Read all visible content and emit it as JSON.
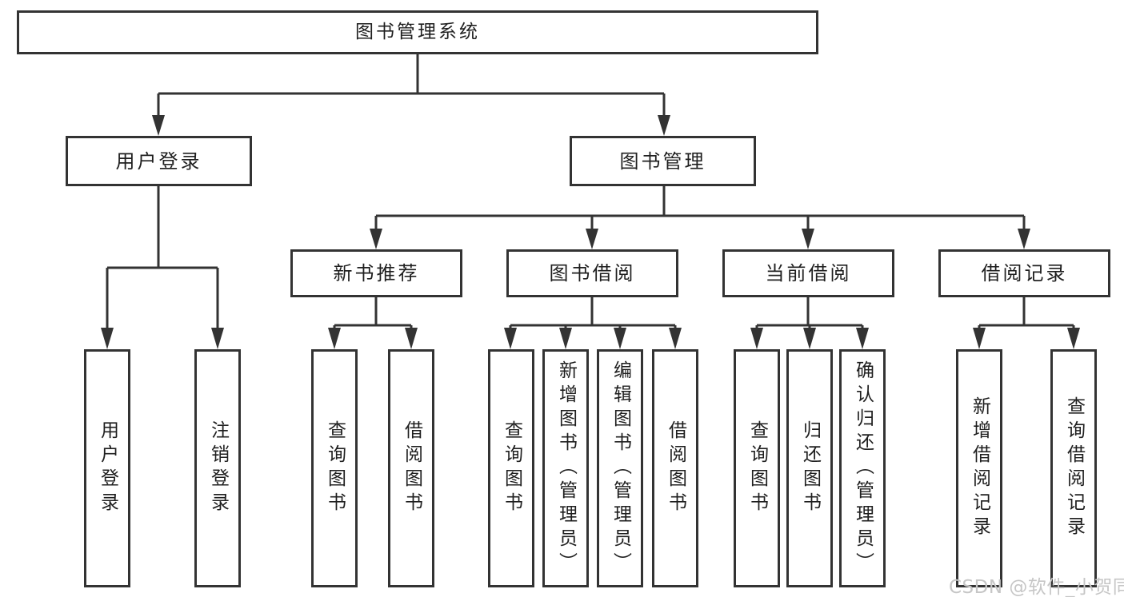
{
  "tree": {
    "root": {
      "label": "图书管理系统",
      "children": [
        {
          "label": "用户登录",
          "children": [
            {
              "label": "用户登录"
            },
            {
              "label": "注销登录"
            }
          ]
        },
        {
          "label": "图书管理",
          "children": [
            {
              "label": "新书推荐",
              "children": [
                {
                  "label": "查询图书"
                },
                {
                  "label": "借阅图书"
                }
              ]
            },
            {
              "label": "图书借阅",
              "children": [
                {
                  "label": "查询图书"
                },
                {
                  "label": "新增图书（管理员）"
                },
                {
                  "label": "编辑图书（管理员）"
                },
                {
                  "label": "借阅图书"
                }
              ]
            },
            {
              "label": "当前借阅",
              "children": [
                {
                  "label": "查询图书"
                },
                {
                  "label": "归还图书"
                },
                {
                  "label": "确认归还（管理员）"
                }
              ]
            },
            {
              "label": "借阅记录",
              "children": [
                {
                  "label": "新增借阅记录"
                },
                {
                  "label": "查询借阅记录"
                }
              ]
            }
          ]
        }
      ]
    }
  },
  "watermark": {
    "text": "CSDN @软件_小贺同学"
  },
  "colors": {
    "line": "#333333",
    "text": "#1f1f1f",
    "bg": "#ffffff",
    "watermark": "#c6c6c6"
  }
}
